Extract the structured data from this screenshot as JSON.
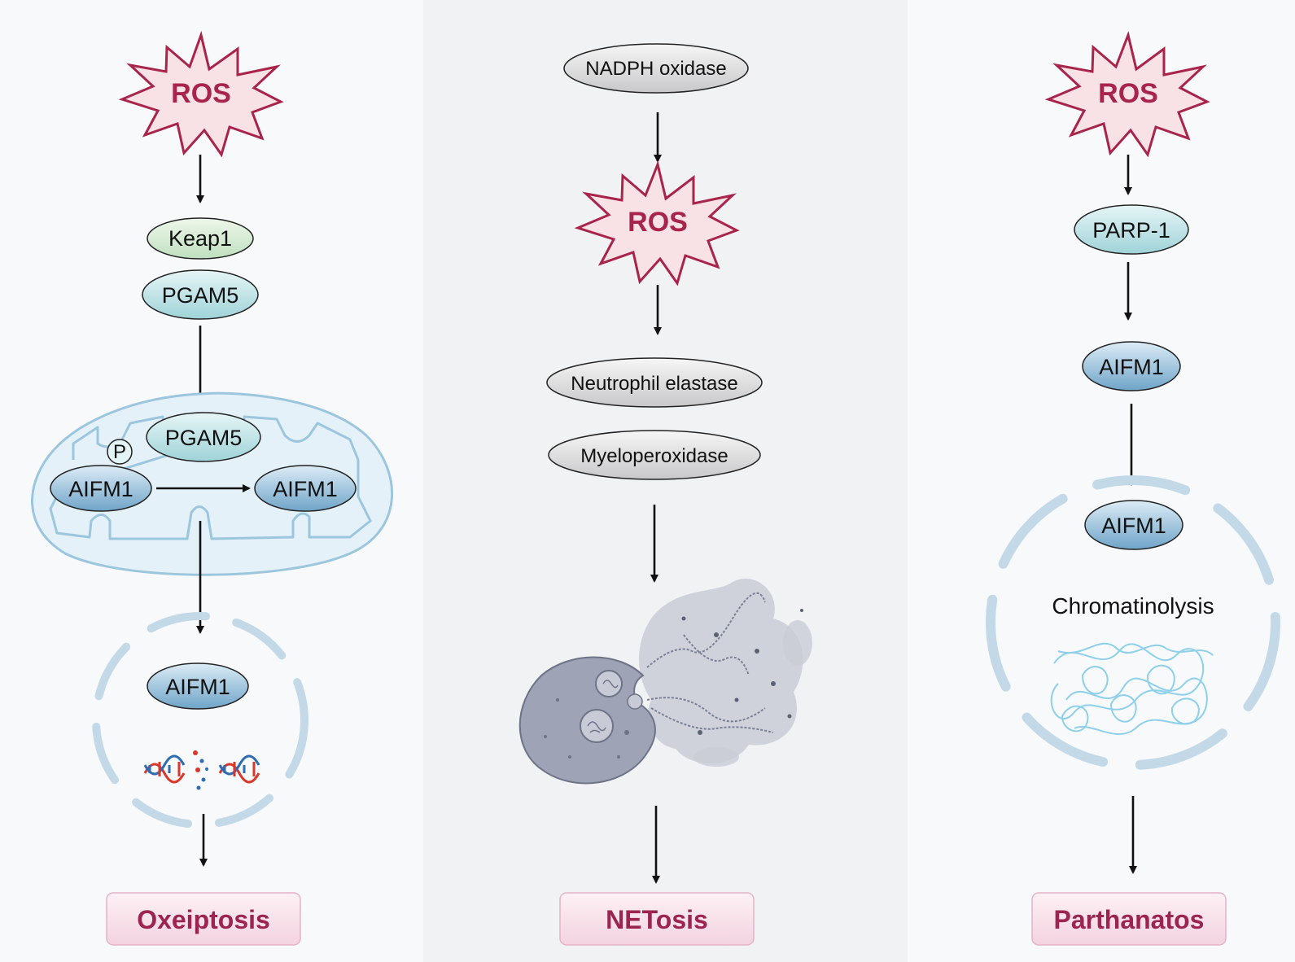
{
  "oxeiptosis": {
    "ros": "ROS",
    "keap1": "Keap1",
    "pgam5_top": "PGAM5",
    "pgam5_mito": "PGAM5",
    "phospho": "P",
    "aifm1_left": "AIFM1",
    "aifm1_right": "AIFM1",
    "aifm1_nucleus": "AIFM1",
    "outcome": "Oxeiptosis"
  },
  "netosis": {
    "nadph": "NADPH oxidase",
    "ros": "ROS",
    "elastase": "Neutrophil elastase",
    "mpo": "Myeloperoxidase",
    "outcome": "NETosis"
  },
  "parthanatos": {
    "ros": "ROS",
    "parp1": "PARP-1",
    "aifm1_top": "AIFM1",
    "aifm1_nucleus": "AIFM1",
    "chromatinolysis": "Chromatinolysis",
    "outcome": "Parthanatos"
  }
}
